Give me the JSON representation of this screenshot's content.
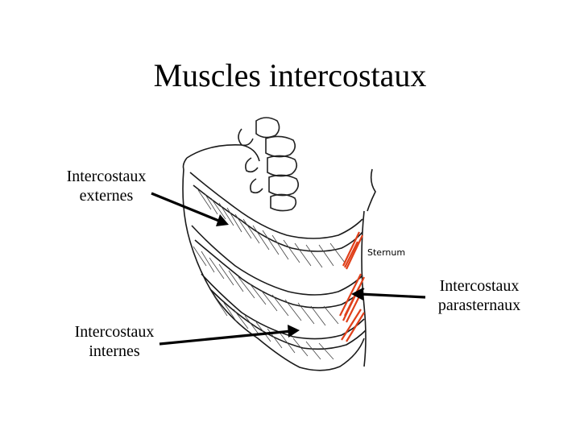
{
  "title": "Muscles intercostaux",
  "labels": {
    "externes": {
      "line1": "Intercostaux",
      "line2": "externes"
    },
    "parasternaux": {
      "line1": "Intercostaux",
      "line2": "parasternaux"
    },
    "internes": {
      "line1": "Intercostaux",
      "line2": "internes"
    },
    "sternum": "Sternum"
  },
  "colors": {
    "parasternal_muscle": "#e0401a",
    "ink": "#000000"
  }
}
